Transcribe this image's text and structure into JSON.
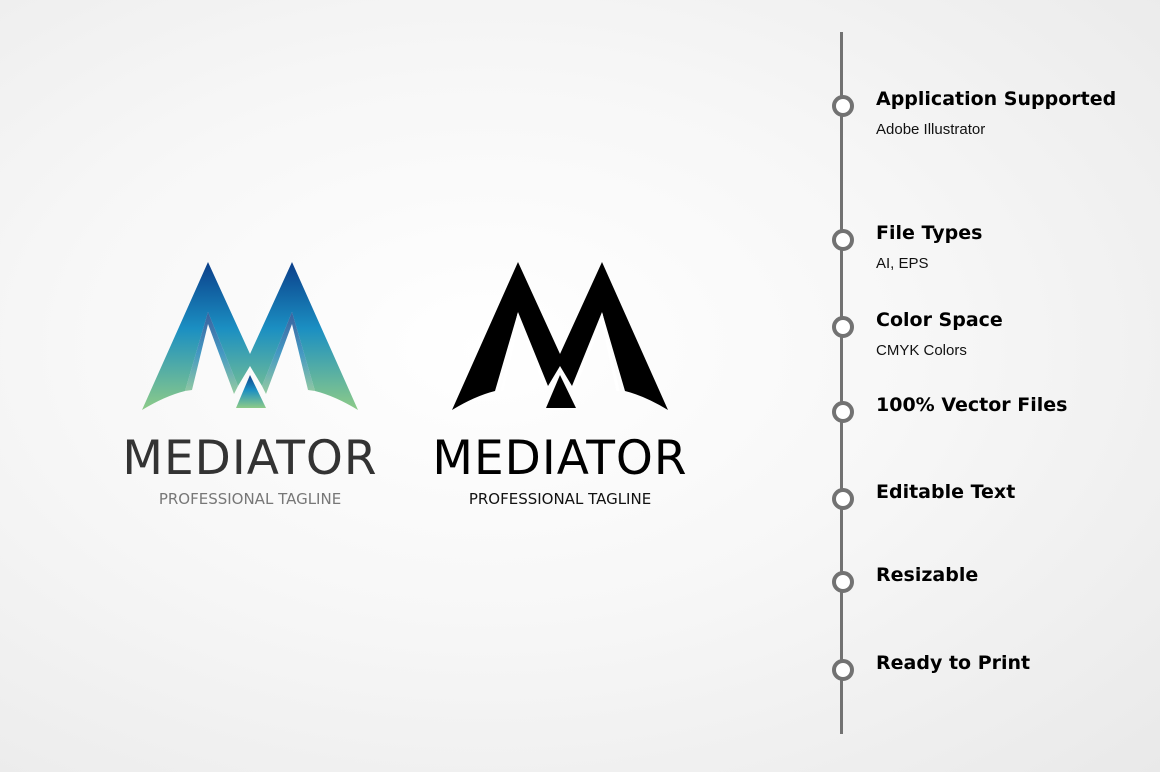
{
  "logos": [
    {
      "name": "MEDIATOR",
      "tagline": "PROFESSIONAL TAGLINE",
      "style": "gradient",
      "colors": [
        "#0b3f8a",
        "#1b8fc2",
        "#8dcb88"
      ],
      "text_color": "#333333",
      "tag_color": "#777777"
    },
    {
      "name": "MEDIATOR",
      "tagline": "PROFESSIONAL TAGLINE",
      "style": "black",
      "colors": [
        "#000000"
      ],
      "text_color": "#000000",
      "tag_color": "#111111"
    }
  ],
  "features": [
    {
      "title": "Application Supported",
      "subtitle": "Adobe Illustrator"
    },
    {
      "title": "File Types",
      "subtitle": "AI, EPS"
    },
    {
      "title": "Color Space",
      "subtitle": "CMYK Colors"
    },
    {
      "title": "100% Vector Files"
    },
    {
      "title": "Editable Text"
    },
    {
      "title": "Resizable"
    },
    {
      "title": "Ready to Print"
    }
  ]
}
